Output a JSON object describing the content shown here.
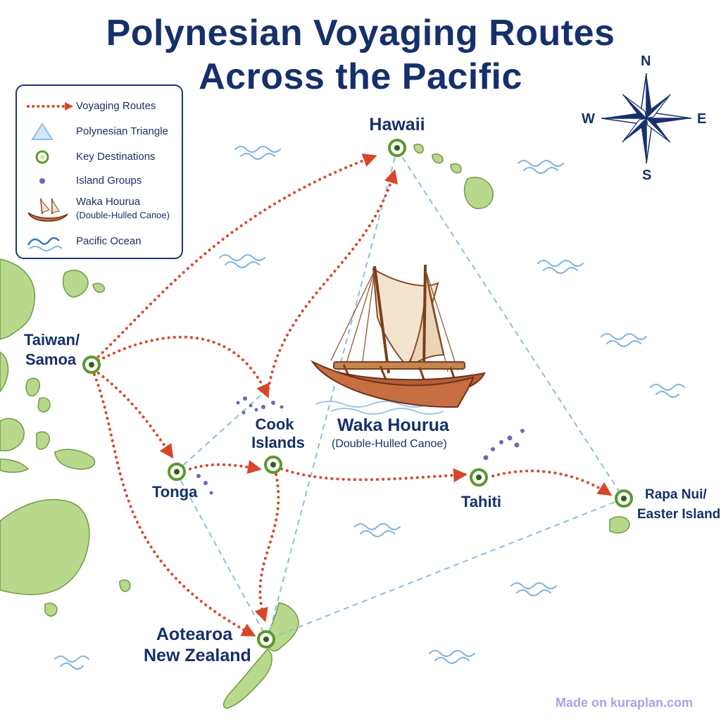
{
  "title": {
    "line1": "Polynesian Voyaging Routes",
    "line2": "Across the Pacific"
  },
  "legend": {
    "items": [
      {
        "label": "Voyaging Routes",
        "icon": "dotted-arrow-icon"
      },
      {
        "label": "Polynesian Triangle",
        "icon": "triangle-icon"
      },
      {
        "label": "Key Destinations",
        "icon": "target-dot-icon"
      },
      {
        "label": "Island Groups",
        "icon": "small-dot-icon"
      },
      {
        "label": "Waka Hourua",
        "sublabel": "(Double-Hulled Canoe)",
        "icon": "canoe-icon"
      },
      {
        "label": "Pacific Ocean",
        "icon": "wave-icon"
      }
    ]
  },
  "places": {
    "hawaii": "Hawaii",
    "taiwan_samoa_line1": "Taiwan/",
    "taiwan_samoa_line2": "Samoa",
    "tonga": "Tonga",
    "cook_line1": "Cook",
    "cook_line2": "Islands",
    "tahiti": "Tahiti",
    "rapa_line1": "Rapa Nui/",
    "rapa_line2": "Easter Island",
    "aotearoa_line1": "Aotearoa",
    "aotearoa_line2": "New Zealand"
  },
  "canoe": {
    "label": "Waka Hourua",
    "sublabel": "(Double-Hulled Canoe)"
  },
  "compass": {
    "n": "N",
    "s": "S",
    "e": "E",
    "w": "W"
  },
  "credit": "Made on kuraplan.com",
  "colors": {
    "title": "#16306b",
    "route": "#d9452b",
    "triangle": "#8fbce0",
    "destination": "#5a9a2c",
    "island_group": "#7266b8",
    "land": "#b8d98c",
    "ocean_wave": "#7fb3dc",
    "credit": "#a9a3ea"
  }
}
